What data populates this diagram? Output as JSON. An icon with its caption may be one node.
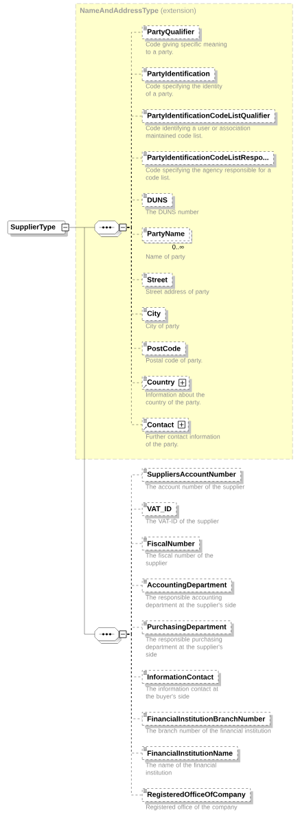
{
  "diagram": {
    "nodes": [
      {
        "text": [
          "SupplierType"
        ]
      },
      {
        "text": [
          "**NameAndAddressType** (extension)"
        ]
      },
      {
        "text": [],
        "shape": "octagon",
        "in": 1
      },
      {
        "text": [
          "PartyQualifier"
        ],
        "in": 1,
        "beside": [
          "Code giving specific meaning to a party."
        ]
      },
      {
        "text": [
          "PartyIdentification"
        ],
        "in": 1,
        "beside": [
          "Code specifying the identity of a party."
        ]
      },
      {
        "text": [
          "PartyIdentificationCodeListQualifier"
        ],
        "in": 1,
        "beside": [
          "Code identifying a user or association maintained code list."
        ]
      },
      {
        "text": [
          "PartyIdentificationCodeListRespo..."
        ],
        "in": 1,
        "beside": [
          "Code specifying the agency responsible for a code list."
        ]
      },
      {
        "text": [
          "DUNS"
        ],
        "in": 1,
        "beside": [
          "The DUNS number"
        ]
      },
      {
        "text": [
          "PartyName"
        ],
        "in": 1,
        "beside": [
          "0..∞",
          "Name of party"
        ]
      },
      {
        "text": [
          "Street"
        ],
        "in": 1,
        "beside": [
          "Street address of party"
        ]
      },
      {
        "text": [
          "City"
        ],
        "in": 1,
        "beside": [
          "City of party"
        ]
      },
      {
        "text": [
          "PostCode"
        ],
        "in": 1,
        "beside": [
          "Postal code of party."
        ]
      },
      {
        "text": [
          "Country"
        ],
        "in": 1,
        "beside": [
          "Information about the country of the party."
        ]
      },
      {
        "text": [
          "Contact"
        ],
        "in": 1,
        "beside": [
          "Further contact information of the party."
        ]
      },
      {
        "text": [],
        "shape": "octagon"
      },
      {
        "text": [
          "SuppliersAccountNumber"
        ],
        "beside": [
          "The account number of the supplier"
        ]
      },
      {
        "text": [
          "VAT_ID"
        ],
        "beside": [
          "The VAT-ID of the supplier"
        ]
      },
      {
        "text": [
          "FiscalNumber"
        ],
        "beside": [
          "The fiscal number of the supplier"
        ]
      },
      {
        "text": [
          "AccountingDepartment"
        ],
        "beside": [
          "The responsible accounting department at the supplier's side"
        ]
      },
      {
        "text": [
          "PurchasingDepartment"
        ],
        "beside": [
          "The responsible purchasing department at the supplier's side"
        ]
      },
      {
        "text": [
          "InformationContact"
        ],
        "beside": [
          "The information contact at the buyer's side"
        ]
      },
      {
        "text": [
          "FinancialInstitutionBranchNumber"
        ],
        "beside": [
          "The branch number of the financial institution"
        ]
      },
      {
        "text": [
          "FinancialInstitutionName"
        ],
        "beside": [
          "The name of the financial institution"
        ]
      },
      {
        "text": [
          "RegisteredOfficeOfCompany"
        ],
        "beside": [
          "Registered office of the company"
        ]
      }
    ],
    "edges": [
      {
        "from": 0,
        "to": 2,
        "arrow": "none"
      },
      {
        "from": 2,
        "to": 3,
        "arrow": "none",
        "style": "dashed"
      },
      {
        "from": 2,
        "to": 4,
        "arrow": "none",
        "style": "dashed"
      },
      {
        "from": 2,
        "to": 5,
        "arrow": "none",
        "style": "dashed"
      },
      {
        "from": 2,
        "to": 6,
        "arrow": "none",
        "style": "dashed"
      },
      {
        "from": 2,
        "to": 7,
        "arrow": "none",
        "style": "dashed"
      },
      {
        "from": 2,
        "to": 8,
        "arrow": "none",
        "style": "dashed"
      },
      {
        "from": 2,
        "to": 9,
        "arrow": "none",
        "style": "dashed"
      },
      {
        "from": 2,
        "to": 10,
        "arrow": "none",
        "style": "dashed"
      },
      {
        "from": 2,
        "to": 11,
        "arrow": "none",
        "style": "dashed"
      },
      {
        "from": 2,
        "to": 12,
        "arrow": "none",
        "style": "dashed"
      },
      {
        "from": 2,
        "to": 13,
        "arrow": "none",
        "style": "dashed"
      },
      {
        "from": 0,
        "to": 14,
        "arrow": "none"
      },
      {
        "from": 14,
        "to": 15,
        "arrow": "none",
        "style": "dashed"
      },
      {
        "from": 14,
        "to": 16,
        "arrow": "none",
        "style": "dashed"
      },
      {
        "from": 14,
        "to": 17,
        "arrow": "none",
        "style": "dashed"
      },
      {
        "from": 14,
        "to": 18,
        "arrow": "none",
        "style": "dashed"
      },
      {
        "from": 14,
        "to": 19,
        "arrow": "none",
        "style": "dashed"
      },
      {
        "from": 14,
        "to": 20,
        "arrow": "none",
        "style": "dashed"
      },
      {
        "from": 14,
        "to": 21,
        "arrow": "none",
        "style": "dashed"
      },
      {
        "from": 14,
        "to": 22,
        "arrow": "none",
        "style": "dashed"
      },
      {
        "from": 14,
        "to": 23,
        "arrow": "none",
        "style": "dashed"
      }
    ]
  }
}
